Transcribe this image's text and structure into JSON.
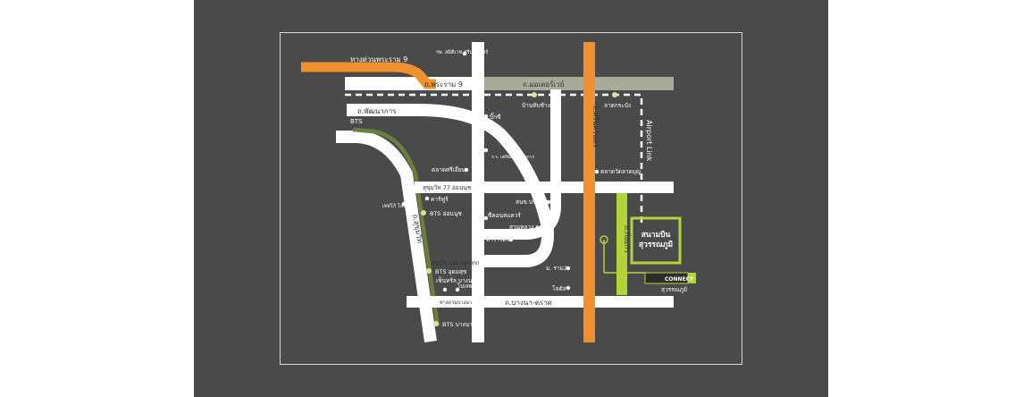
{
  "colors": {
    "background": "#4a4a4a",
    "road": "#ffffff",
    "expressway": "#f0902f",
    "bts_line": "#6b7f3a",
    "airport_link": "#ffffff",
    "green_line": "#b5d33a",
    "gray_road": "#a6ac98",
    "project_box": "#b5d33a"
  },
  "roads": {
    "rama9_expressway": "ทางด่วนพระราม 9",
    "rama9": "ถ.พระราม 9",
    "motorway": "ถ.มอเตอร์เวย์",
    "phatthanakan": "ถ.พัฒนาการ",
    "bts": "BTS",
    "sukhumvit": "ถ.สุขุมวิท",
    "sukhumvit77": "สุขุมวิท 77 อ่อนนุช",
    "sukhumvit103": "สุขุมวิท 103 (อุดมสุข)",
    "bangna_trat": "ถ.บางนา-ตราด",
    "kingkaew": "ถ.กิ่งแก้ว",
    "srinakarin": "ถ.ศรีนครินทร์",
    "airport_link": "Airport Link"
  },
  "places": {
    "srinakarin_hospital": "รพ. สมิติเวช ศรีนครินทร์",
    "ban_thap_chang": "บ้านทับช้าง",
    "lat_krabang": "ลาดกระบัง",
    "big_c": "บิ๊กซี",
    "suan_luang": "สวนหลวง ร.9",
    "lat_krabang_bunyu": "ตลาดวัดลาดบุญ",
    "sri_iam": "ตลาดศรีเอี่ยม",
    "carrefour": "คาร์ฟูร์",
    "lotus": "เทสโก้ โลตัส",
    "bts_onnut": "BTS อ่อนนุช",
    "sor_por_wet": "สนข.ประเวศ",
    "seacon": "ซีคอนสแควร์",
    "paradise": "พาราไดซ์",
    "bts_udomsuk": "BTS อุดมสุข",
    "central_bangna": "เซ็นทรัล บางนา",
    "bitec": "ไบเทค",
    "bangna_expressway": "ทางด่วนบางนา",
    "bts_bangna": "BTS บางนา",
    "ram2": "ม. ราม2",
    "lotus2": "โลตัส",
    "kingkaew_market": "ร.ร. เตรียม พัฒนาการ",
    "airport_name_1": "สนามบิน",
    "airport_name_2": "สุวรรณภูมิ",
    "connect_brand": "CONNECT",
    "connect_sub": "สุวรรณภูมิ"
  }
}
